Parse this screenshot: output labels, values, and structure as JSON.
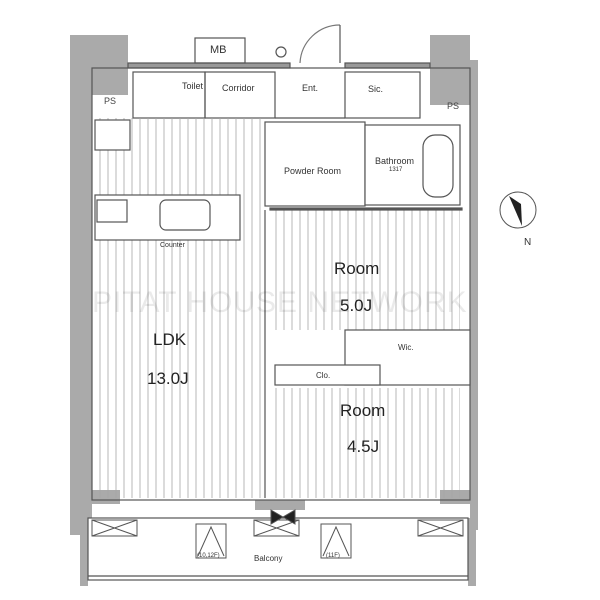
{
  "watermark": "PITAT HOUSE NETWORK",
  "compass": {
    "north_label": "N"
  },
  "rooms": {
    "mb": "MB",
    "toilet": "Toilet",
    "corridor": "Corridor",
    "entrance": "Ent.",
    "shoe_closet": "Sic.",
    "ps_left": "PS",
    "ps_right": "PS",
    "powder_room": "Powder Room",
    "bathroom": "Bathroom",
    "bathroom_size": "1317",
    "counter": "Counter",
    "ldk": {
      "name": "LDK",
      "size": "13.0J"
    },
    "room1": {
      "name": "Room",
      "size": "5.0J"
    },
    "room2": {
      "name": "Room",
      "size": "4.5J"
    },
    "wic": "Wic.",
    "clo": "Clo.",
    "balcony": "Balcony",
    "balcony_note_left": "(10,12F)",
    "balcony_note_right": "(11F)"
  },
  "colors": {
    "wall": "#a9a9a9",
    "line": "#555555",
    "floor_hatch": "#9a9a9a"
  }
}
